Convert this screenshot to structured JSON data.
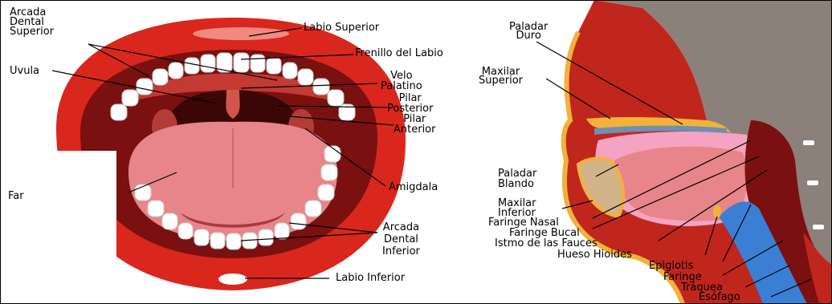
{
  "left_figure": {
    "labels": {
      "arcada_dental_superior": "Arcada\nDental\nSuperior",
      "uvula": "Uvula",
      "labio_superior": "Labio Superior",
      "frenillo_del_labio": "Frenillo del Labio",
      "velo_palatino": "Velo\nPalatino",
      "pilar_posterior": "Pilar\nPosterior",
      "pilar_anterior": "Pilar\nAnterior",
      "amigdala": "Amigdala",
      "arcada_dental_inferior": "Arcada\nDental\nInferior",
      "labio_inferior": "Labio Inferior",
      "far_cut": "Far"
    }
  },
  "right_figure": {
    "labels": {
      "paladar_duro": "Paladar\nDuro",
      "maxilar_superior": "Maxilar\nSuperior",
      "paladar_blando": "Paladar\nBlando",
      "maxilar_inferior": "Maxilar\nInferior",
      "faringe_nasal": "Faringe Nasal",
      "faringe_bucal": "Faringe Bucal",
      "istmo_de_las_fauces": "Istmo de las Fauces",
      "hueso_hioides": "Hueso Hioides",
      "epiglotis": "Epiglotis",
      "faringe": "Faringe",
      "traquea": "Tráquea",
      "esofago": "Esófago"
    }
  },
  "colors": {
    "lip_red": "#d9271d",
    "mouth_dark": "#7a1010",
    "tongue_pink": "#e8858a",
    "tooth_white": "#ffffff",
    "gum": "#b52a25",
    "background_gray": "#8c807a",
    "yellow_tissue": "#f2b23a",
    "airway_blue": "#3b7fd4",
    "pink_cavity": "#f5a3c2"
  }
}
